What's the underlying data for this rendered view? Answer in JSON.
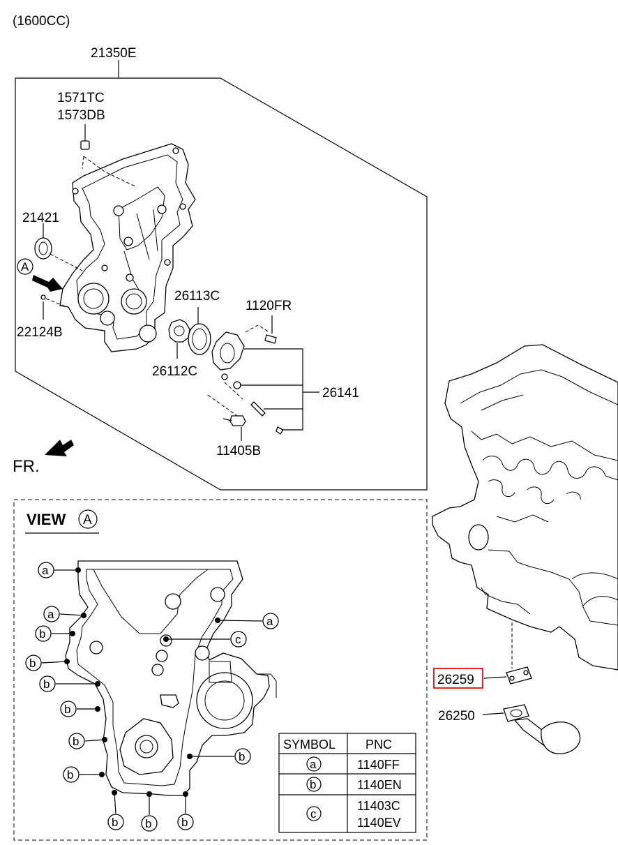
{
  "engine_label": "(1600CC)",
  "assembly_label": "21350E",
  "labels": {
    "plug_a": "1571TC",
    "plug_b": "1573DB",
    "seal": "21421",
    "pin": "22124B",
    "gear_inner": "26113C",
    "gear_outer": "26112C",
    "screw": "1120FR",
    "pump_kit": "26141",
    "bolt": "11405B",
    "gasket": "26259",
    "strainer": "26250"
  },
  "view_marker": "A",
  "front_label": "FR.",
  "view": {
    "title": "VIEW",
    "marker": "A"
  },
  "callout_symbols": {
    "a": "a",
    "b": "b",
    "c": "c"
  },
  "table": {
    "headers": [
      "SYMBOL",
      "PNC"
    ],
    "rows": [
      {
        "symbol": "a",
        "pnc_1": "1140FF",
        "pnc_2": ""
      },
      {
        "symbol": "b",
        "pnc_1": "1140EN",
        "pnc_2": ""
      },
      {
        "symbol": "c",
        "pnc_1": "11403C",
        "pnc_2": "1140EV"
      }
    ]
  },
  "colors": {
    "highlight_box": "#e0242b",
    "line": "#000000"
  }
}
